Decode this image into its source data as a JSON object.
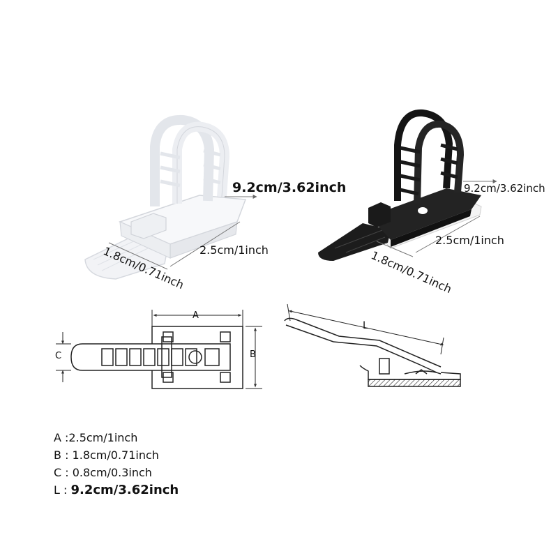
{
  "products": {
    "white_clip": {
      "length_label": "9.2cm/3.62inch",
      "width_label": "2.5cm/1inch",
      "depth_label": "1.8cm/0.71inch"
    },
    "black_clip": {
      "length_label": "9.2cm/3.62inch",
      "width_label": "2.5cm/1inch",
      "depth_label": "1.8cm/0.71inch"
    }
  },
  "diagram": {
    "top_view": {
      "dim_a": "A",
      "dim_b": "B",
      "dim_c": "C"
    },
    "side_view": {
      "dim_l": "L"
    }
  },
  "specs": [
    {
      "key": "A :",
      "value": "2.5cm/1inch"
    },
    {
      "key": "B : ",
      "value": "1.8cm/0.71inch"
    },
    {
      "key": "C : ",
      "value": "0.8cm/0.3inch"
    },
    {
      "key": "L :  ",
      "value": "9.2cm/3.62inch"
    }
  ],
  "colors": {
    "white_clip": "#f4f5f7",
    "black_clip": "#1c1c1c",
    "line": "#222222"
  }
}
